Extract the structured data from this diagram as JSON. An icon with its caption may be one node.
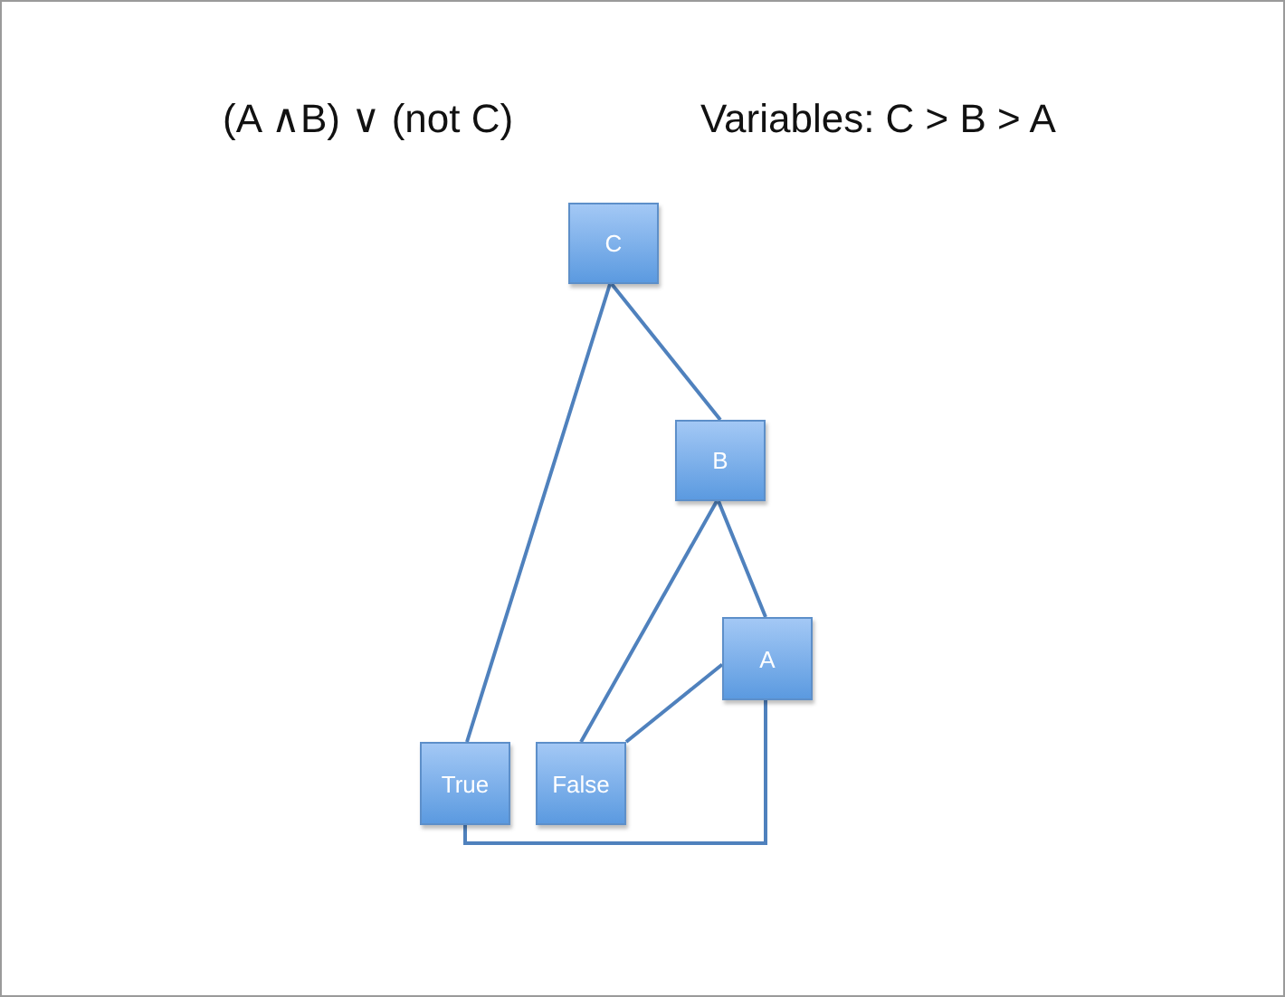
{
  "diagram": {
    "title": "(A ∧B) ∨ (not C)",
    "nodes": [
      {
        "text": [
          "C"
        ]
      },
      {
        "text": [
          "B"
        ]
      },
      {
        "text": [
          "A"
        ]
      },
      {
        "text": [
          "True"
        ]
      },
      {
        "text": [
          "False"
        ]
      }
    ],
    "edges": [
      {
        "from": 0,
        "to": 1,
        "arrow": "none"
      },
      {
        "from": 0,
        "to": 3,
        "arrow": "none"
      },
      {
        "from": 1,
        "to": 4,
        "arrow": "none"
      },
      {
        "from": 1,
        "to": 2,
        "arrow": "none"
      },
      {
        "from": 2,
        "to": 4,
        "arrow": "none"
      },
      {
        "from": 2,
        "to": 3,
        "arrow": "none"
      }
    ],
    "labels": [
      "Variables: C > B > A"
    ]
  }
}
